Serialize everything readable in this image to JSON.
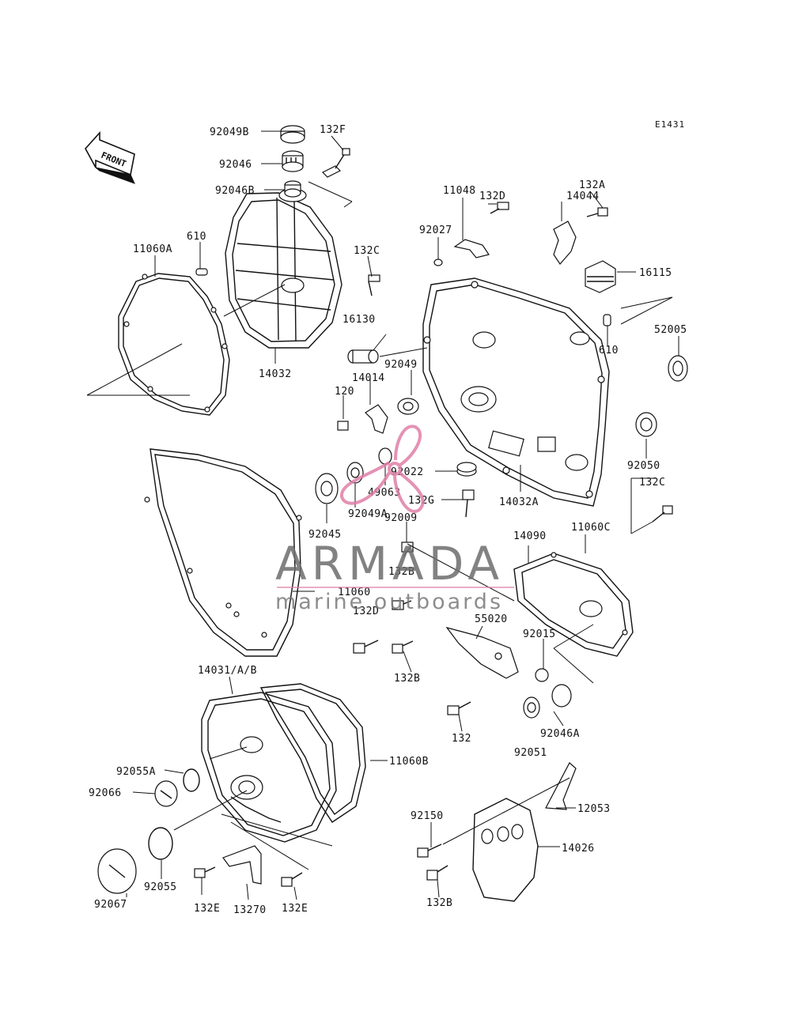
{
  "diagram_code": "E1431",
  "front_marker": "FRONT",
  "watermark": {
    "brand": "ARMADA",
    "tagline": "marine outboards",
    "logo_color": "#e07fa8"
  },
  "labels": {
    "p92049B": "92049B",
    "p132F": "132F",
    "p92046": "92046",
    "p92046B": "92046B",
    "p610a": "610",
    "p11060A": "11060A",
    "p132C_top": "132C",
    "p14032": "14032",
    "p132D_top": "132D",
    "p11048": "11048",
    "p14044": "14044",
    "p132A": "132A",
    "p92027": "92027",
    "p16115": "16115",
    "p16130": "16130",
    "p610b": "610",
    "p52005": "52005",
    "p92049": "92049",
    "p14014": "14014",
    "p120": "120",
    "p92050": "92050",
    "p132C_right": "132C",
    "p92022": "92022",
    "p49063": "49063",
    "p132G": "132G",
    "p14032A": "14032A",
    "p92045": "92045",
    "p92049A": "92049A",
    "p92009": "92009",
    "p14090": "14090",
    "p11060C": "11060C",
    "p132B_mid": "132B",
    "p11060": "11060",
    "p132D_mid": "132D",
    "p55020": "55020",
    "p92015": "92015",
    "p132B_low": "132B",
    "p14031": "14031/A/B",
    "p132": "132",
    "p92046A": "92046A",
    "p92051": "92051",
    "p92055A": "92055A",
    "p11060B": "11060B",
    "p92066": "92066",
    "p92150": "92150",
    "p12053": "12053",
    "p14026": "14026",
    "p92055": "92055",
    "p92067": "92067",
    "p132E_a": "132E",
    "p13270": "13270",
    "p132E_b": "132E",
    "p132B_bottom": "132B"
  }
}
